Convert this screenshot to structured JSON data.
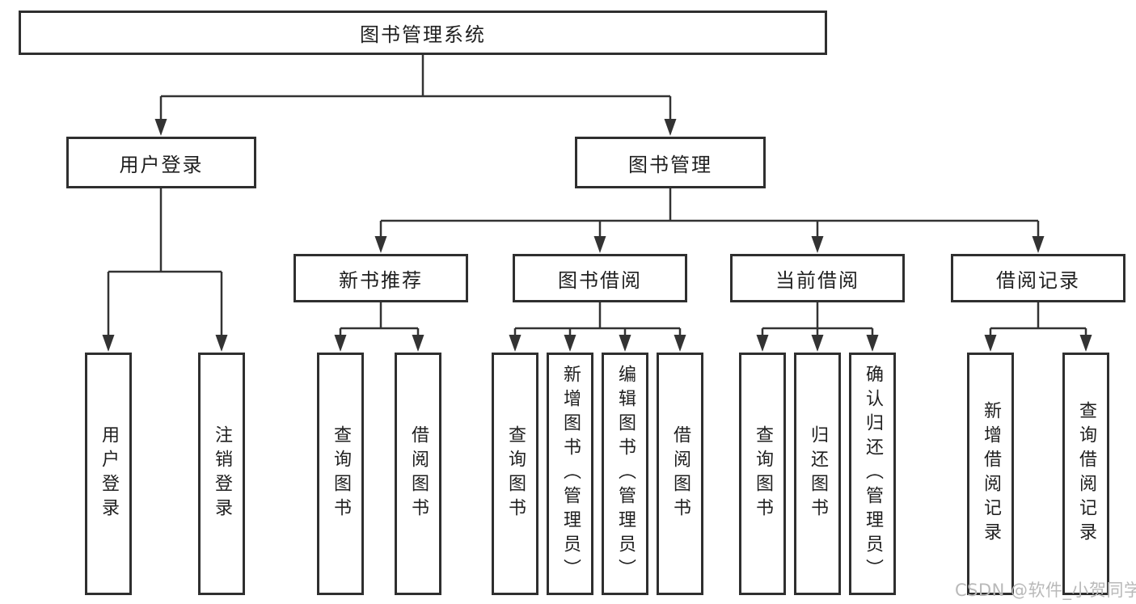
{
  "diagram_title": "图书管理系统",
  "nodes": {
    "root": {
      "label": "图书管理系统"
    },
    "user_login": {
      "label": "用户登录"
    },
    "book_mgmt": {
      "label": "图书管理"
    },
    "new_book_rec": {
      "label": "新书推荐"
    },
    "book_borrow": {
      "label": "图书借阅"
    },
    "current_borrow": {
      "label": "当前借阅"
    },
    "borrow_record": {
      "label": "借阅记录"
    },
    "user_login_op": {
      "label": "用户登录"
    },
    "logout_op": {
      "label": "注销登录"
    },
    "rec_query_book": {
      "label": "查询图书"
    },
    "rec_borrow_book": {
      "label": "借阅图书"
    },
    "bb_query_book": {
      "label": "查询图书"
    },
    "bb_add_book": {
      "label": "新增图书（管理员）"
    },
    "bb_edit_book": {
      "label": "编辑图书（管理员）"
    },
    "bb_borrow_book": {
      "label": "借阅图书"
    },
    "cb_query_book": {
      "label": "查询图书"
    },
    "cb_return_book": {
      "label": "归还图书"
    },
    "cb_confirm_return": {
      "label": "确认归还（管理员）"
    },
    "br_add_record": {
      "label": "新增借阅记录"
    },
    "br_query_record": {
      "label": "查询借阅记录"
    }
  },
  "edges": [
    [
      "root",
      "user_login"
    ],
    [
      "root",
      "book_mgmt"
    ],
    [
      "user_login",
      "user_login_op"
    ],
    [
      "user_login",
      "logout_op"
    ],
    [
      "book_mgmt",
      "new_book_rec"
    ],
    [
      "book_mgmt",
      "book_borrow"
    ],
    [
      "book_mgmt",
      "current_borrow"
    ],
    [
      "book_mgmt",
      "borrow_record"
    ],
    [
      "new_book_rec",
      "rec_query_book"
    ],
    [
      "new_book_rec",
      "rec_borrow_book"
    ],
    [
      "book_borrow",
      "bb_query_book"
    ],
    [
      "book_borrow",
      "bb_add_book"
    ],
    [
      "book_borrow",
      "bb_edit_book"
    ],
    [
      "book_borrow",
      "bb_borrow_book"
    ],
    [
      "current_borrow",
      "cb_query_book"
    ],
    [
      "current_borrow",
      "cb_return_book"
    ],
    [
      "current_borrow",
      "cb_confirm_return"
    ],
    [
      "borrow_record",
      "br_add_record"
    ],
    [
      "borrow_record",
      "br_query_record"
    ]
  ],
  "watermark": "CSDN @软件_小贺同学",
  "colors": {
    "background": "#ffffff",
    "box_border": "#2f2f2f",
    "connector_line": "#333333",
    "text": "#1f1f1f",
    "watermark_text": "#b9b9b9"
  }
}
